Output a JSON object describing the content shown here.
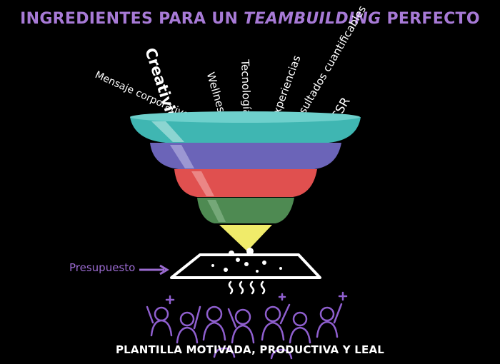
{
  "title": {
    "part1": "INGREDIENTES PARA UN ",
    "emphasis": "TEAMBUILDING",
    "part2": " PERFECTO"
  },
  "ingredients": [
    "Mensaje corporativo",
    "Creatividad",
    "Wellness",
    "Tecnología",
    "Experiencias",
    "Resultados cuantificables",
    "CSR"
  ],
  "budget_label": "Presupuesto",
  "footer": "PLANTILLA MOTIVADA, PRODUCTIVA Y LEAL",
  "colors": {
    "title": "#a77ad6",
    "layer1": "#3fb6b2",
    "layer2": "#6b64b8",
    "layer3": "#e0504f",
    "layer4": "#4e8a52",
    "layer5": "#f0eb6a",
    "crowd": "#8f5fcf"
  }
}
